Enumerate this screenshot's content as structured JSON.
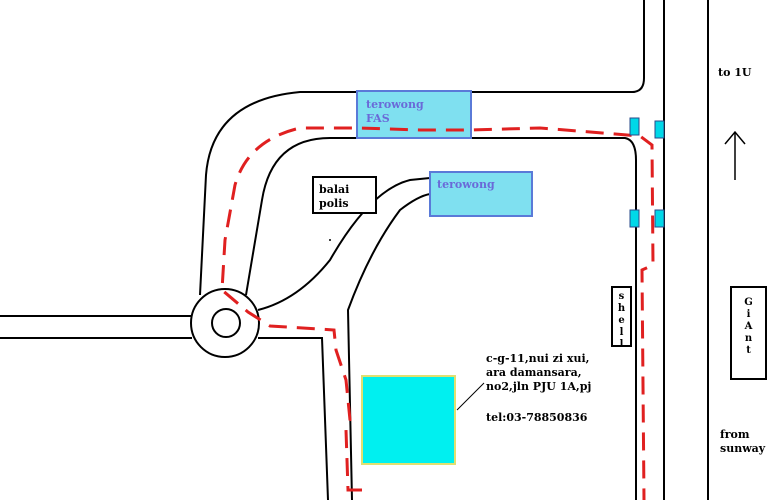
{
  "map": {
    "labels": {
      "to_1u": "to 1U",
      "from_sunway": [
        "from",
        "sunway"
      ],
      "balai_polis": [
        "balai",
        "polis"
      ],
      "terowong_fas": [
        "terowong",
        "FAS"
      ],
      "terowong": "terowong",
      "address": [
        "c-g-11,nui zi xui,",
        "ara damansara,",
        "no2,jln PJU 1A,pj"
      ],
      "phone": "tel:03-78850836",
      "shell": [
        "s",
        "h",
        "e",
        "l",
        "l"
      ],
      "giant": [
        "G",
        "i",
        "A",
        "n",
        "t"
      ]
    },
    "colors": {
      "road": "#000000",
      "route": "#e02020",
      "tunnel_fill": "#7fe0f0",
      "tunnel_border": "#5a7ad8",
      "destination_fill": "#00f0f0",
      "destination_border": "#e0e070",
      "signal_fill": "#00d8e8"
    }
  }
}
